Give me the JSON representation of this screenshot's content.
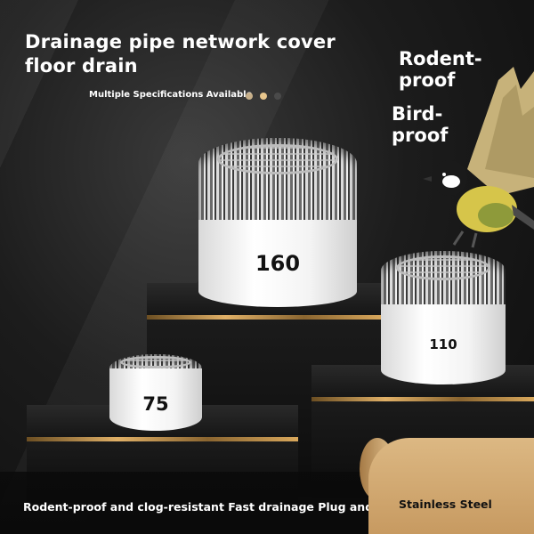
{
  "headline": {
    "title_line1": "Drainage pipe network cover",
    "title_line2": "floor drain",
    "subtitle": "Multiple Specifications Available"
  },
  "callouts": {
    "rodent": "Rodent-\nproof",
    "bird": "Bird-\nproof"
  },
  "products": [
    {
      "size": "160"
    },
    {
      "size": "110"
    },
    {
      "size": "75"
    }
  ],
  "footer": {
    "features": "Rodent-proof and clog-resistant Fast drainage Plug and play",
    "material": "Stainless Steel"
  },
  "colors": {
    "background": "#1a1a1a",
    "accent_gold": "#d9a85c",
    "text_light": "#ffffff"
  }
}
